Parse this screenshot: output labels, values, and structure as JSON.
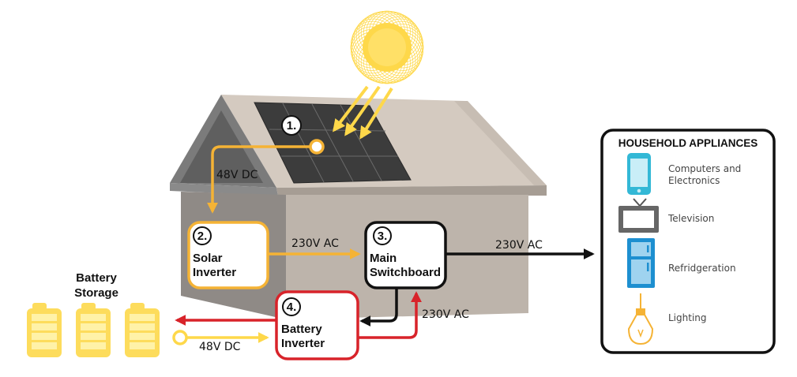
{
  "colors": {
    "solar": "#f5b335",
    "sun": "#fed84a",
    "battery": "#fddc5c",
    "ac_black": "#111111",
    "battery_red": "#d8232a",
    "app_blue": "#1d8fd0",
    "app_cyan": "#33b8d6",
    "wall": "#bdb4ab",
    "roof": "#d4cac0",
    "roof_edge": "#7b7b7b",
    "panel": "#3c3c3c"
  },
  "steps": {
    "solar_panels_num": "1.",
    "solar_inverter": {
      "num": "2.",
      "line1": "Solar",
      "line2": "Inverter"
    },
    "main_switchboard": {
      "num": "3.",
      "line1": "Main",
      "line2": "Switchboard"
    },
    "battery_inverter": {
      "num": "4.",
      "line1": "Battery",
      "line2": "Inverter"
    }
  },
  "flows": {
    "panel_to_inverter": "48V DC",
    "inverter_to_switchboard": "230V AC",
    "switchboard_to_appliances": "230V AC",
    "battery_inverter_to_switchboard": "230V AC",
    "battery_to_inverter": "48V DC"
  },
  "battery_storage": {
    "line1": "Battery",
    "line2": "Storage"
  },
  "appliances": {
    "title": "HOUSEHOLD APPLIANCES",
    "items": [
      {
        "icon": "phone-icon",
        "line1": "Computers and",
        "line2": "Electronics"
      },
      {
        "icon": "television-icon",
        "line1": "Television"
      },
      {
        "icon": "refrigerator-icon",
        "line1": "Refridgeration"
      },
      {
        "icon": "light-bulb-icon",
        "line1": "Lighting"
      }
    ]
  }
}
